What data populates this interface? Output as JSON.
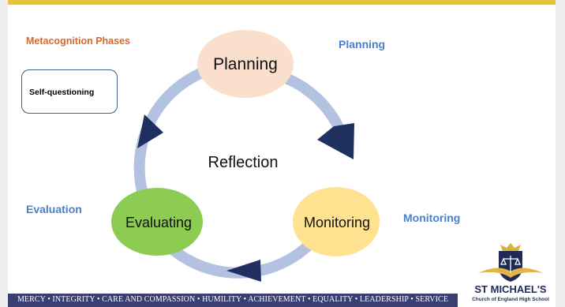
{
  "heading": "Metacognition Phases",
  "self_questioning": "Self-questioning",
  "center_label": "Reflection",
  "phases": {
    "planning": "Planning",
    "monitoring": "Monitoring",
    "evaluating": "Evaluating"
  },
  "side_labels": {
    "planning": "Planning",
    "monitoring": "Monitoring",
    "evaluation": "Evaluation"
  },
  "footer": {
    "values": "MERCY • INTEGRITY • CARE AND COMPASSION • HUMILITY • ACHIEVEMENT • EQUALITY • LEADERSHIP • SERVICE"
  },
  "school": {
    "name": "ST MICHAEL'S",
    "subtitle": "Church of England High School"
  },
  "colors": {
    "ring": "#b4c2e2",
    "arrow": "#1f2f60",
    "planning_fill": "#fadfcc",
    "monitoring_fill": "#ffe28f",
    "evaluating_fill": "#8ccc52",
    "accent_orange": "#d9682a",
    "label_blue": "#4a80c8",
    "footer_bg": "#3a3e70",
    "top_rule": "#e8c33a"
  }
}
